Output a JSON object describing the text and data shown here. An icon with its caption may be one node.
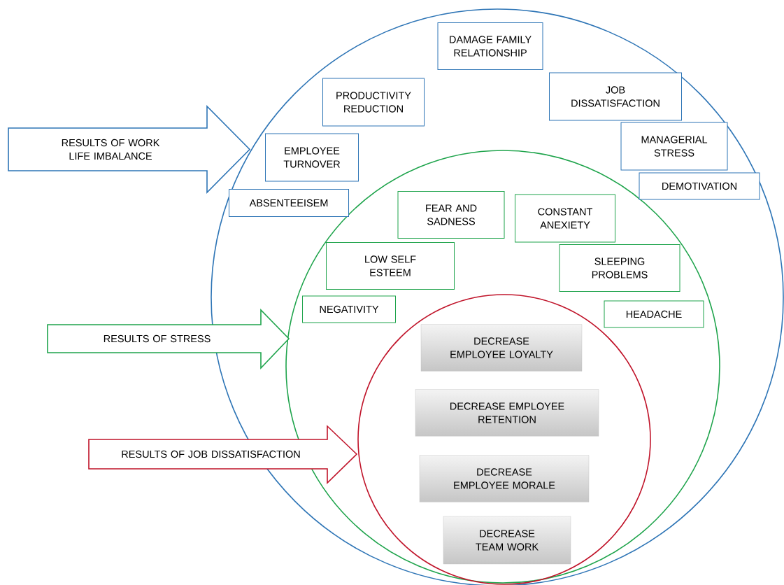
{
  "diagram": {
    "nodes": [
      {
        "text": [
          "RESULTS OF WORK LIFE IMBALANCE"
        ]
      },
      {
        "text": [],
        "shape": "circle"
      },
      {
        "text": [
          "DAMAGE FAMILY RELATIONSHIP"
        ],
        "in": 1
      },
      {
        "text": [
          "PRODUCTIVITY REDUCTION"
        ],
        "in": 1
      },
      {
        "text": [
          "JOB DISSATISFACTION"
        ],
        "in": 1
      },
      {
        "text": [
          "EMPLOYEE TURNOVER"
        ],
        "in": 1
      },
      {
        "text": [
          "MANAGERIAL STRESS"
        ],
        "in": 1
      },
      {
        "text": [
          "ABSENTEEISEM"
        ],
        "in": 1
      },
      {
        "text": [
          "DEMOTIVATION"
        ],
        "in": 1
      },
      {
        "text": [],
        "shape": "circle",
        "in": 1
      },
      {
        "text": [
          "FEAR AND SADNESS"
        ],
        "in": 9
      },
      {
        "text": [
          "CONSTANT ANEXIETY"
        ],
        "in": 9
      },
      {
        "text": [
          "LOW SELF ESTEEM"
        ],
        "in": 9
      },
      {
        "text": [
          "SLEEPING PROBLEMS"
        ],
        "in": 9
      },
      {
        "text": [
          "NEGATIVITY"
        ],
        "in": 9
      },
      {
        "text": [
          "HEADACHE"
        ],
        "in": 9
      },
      {
        "text": [
          "RESULTS OF STRESS"
        ]
      },
      {
        "text": [],
        "shape": "circle",
        "in": 9
      },
      {
        "text": [
          "DECREASE EMPLOYEE LOYALTY"
        ],
        "in": 17
      },
      {
        "text": [
          "DECREASE EMPLOYEE RETENTION"
        ],
        "in": 17
      },
      {
        "text": [
          "DECREASE EMPLOYEE MORALE"
        ],
        "in": 17
      },
      {
        "text": [
          "DECREASE TEAM WORK"
        ],
        "in": 17
      },
      {
        "text": [
          "RESULTS OF JOB DISSATISFACTION"
        ]
      }
    ]
  }
}
